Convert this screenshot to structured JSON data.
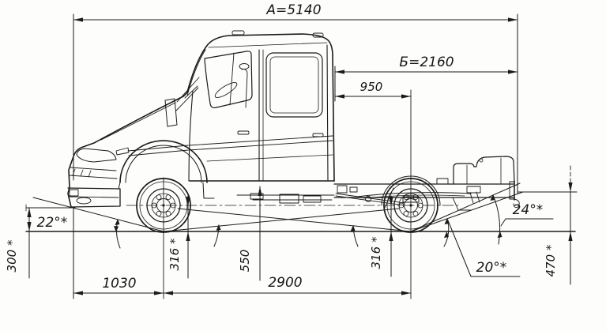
{
  "drawing": {
    "subject": "chassis-cab-truck-side-view-dimension-drawing",
    "background": "#fdfdfc",
    "line_color": "#1b1b1b",
    "labels": {
      "overall_length": "А=5140",
      "cab_back_to_frame_end": "Б=2160",
      "cab_back_to_rear_axle": "950",
      "front_overhang": "1030",
      "wheelbase": "2900",
      "approach_angle": "22°*",
      "front_end_height": "300 *",
      "front_wheel_center_height": "316 *",
      "frame_height_mid": "550",
      "rear_wheel_center_height": "316 *",
      "ramp_angle": "20°*",
      "departure_angle": "24°*",
      "rear_frame_height": "470 *"
    }
  }
}
